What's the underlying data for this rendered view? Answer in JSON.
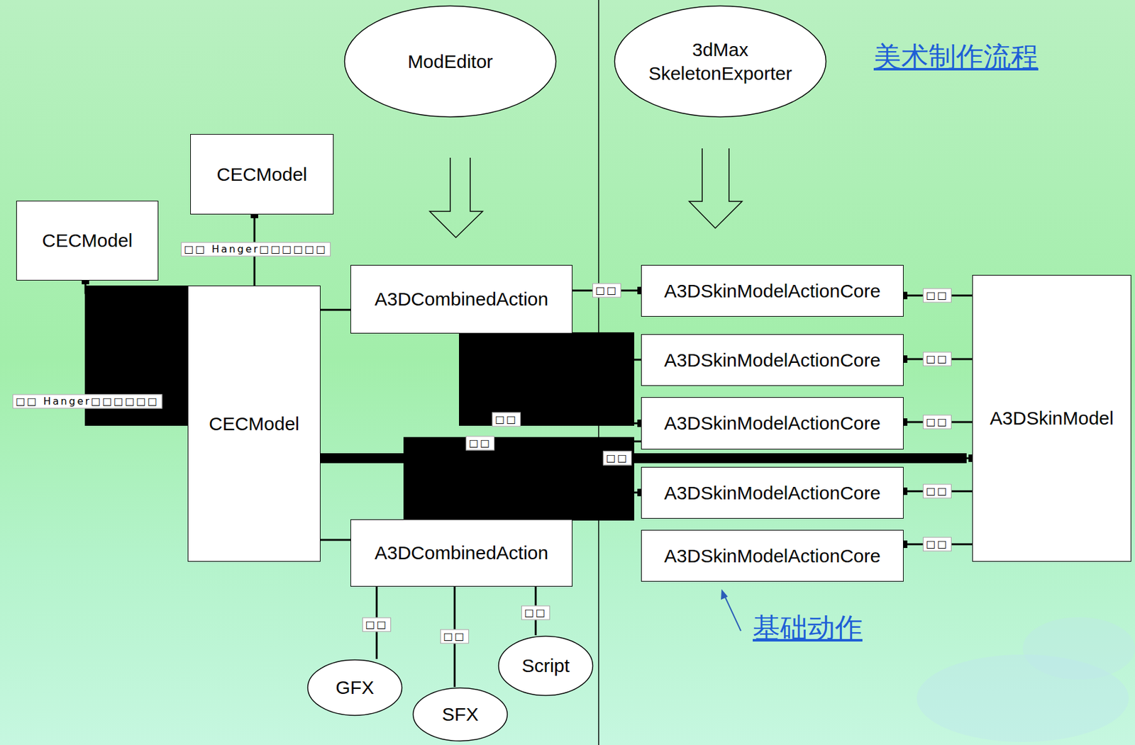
{
  "diagram": {
    "nodes": [
      {
        "text": [
          "ModEditor"
        ]
      },
      {
        "text": [
          "3dMax SkeletonExporter"
        ]
      },
      {
        "text": [
          "CECModel"
        ]
      },
      {
        "text": [
          "CECModel"
        ]
      },
      {
        "text": [
          "A3DCombinedAction"
        ]
      },
      {
        "text": [
          "A3DSkinModelActionCore"
        ]
      },
      {
        "text": [
          "A3DSkinModelActionCore"
        ]
      },
      {
        "text": [
          "A3DSkinModelActionCore"
        ]
      },
      {
        "text": [
          "CECModel"
        ]
      },
      {
        "text": [
          "A3DSkinModel"
        ]
      },
      {
        "text": [
          "A3DSkinModelActionCore"
        ]
      },
      {
        "text": [
          "A3DCombinedAction"
        ]
      },
      {
        "text": [
          "A3DSkinModelActionCore"
        ]
      },
      {
        "text": [
          "Script"
        ]
      },
      {
        "text": [
          "GFX"
        ]
      },
      {
        "text": [
          "SFX"
        ]
      }
    ],
    "edges": [
      {
        "from": 8,
        "to": 2,
        "arrow": "none",
        "label": "□□ Hanger□□□□□□"
      },
      {
        "from": 8,
        "to": 3,
        "arrow": "none",
        "label": "□□ Hanger□□□□□□"
      },
      {
        "from": 8,
        "to": 4,
        "arrow": "none"
      },
      {
        "from": 8,
        "to": 11,
        "arrow": "none"
      },
      {
        "from": 4,
        "to": 5,
        "arrow": "none",
        "label": "□□"
      },
      {
        "from": 4,
        "to": 6,
        "arrow": "none"
      },
      {
        "from": 4,
        "to": 7,
        "arrow": "none",
        "label": "□□"
      },
      {
        "from": 11,
        "to": 7,
        "arrow": "none",
        "label": "□□"
      },
      {
        "from": 8,
        "to": 9,
        "arrow": "none",
        "label": "□□"
      },
      {
        "from": 5,
        "to": 9,
        "arrow": "none",
        "label": "□□"
      },
      {
        "from": 6,
        "to": 9,
        "arrow": "none",
        "label": "□□"
      },
      {
        "from": 7,
        "to": 9,
        "arrow": "none",
        "label": "□□"
      },
      {
        "from": 10,
        "to": 9,
        "arrow": "none",
        "label": "□□"
      },
      {
        "from": 12,
        "to": 9,
        "arrow": "none",
        "label": "□□"
      },
      {
        "from": 11,
        "to": 14,
        "arrow": "none",
        "label": "□□"
      },
      {
        "from": 11,
        "to": 15,
        "arrow": "none",
        "label": "□□"
      },
      {
        "from": 11,
        "to": 13,
        "arrow": "none",
        "label": "□□"
      },
      {
        "from": 11,
        "to": 10,
        "arrow": "none"
      }
    ],
    "labels": [
      "美术制作流程",
      "基础动作"
    ]
  }
}
